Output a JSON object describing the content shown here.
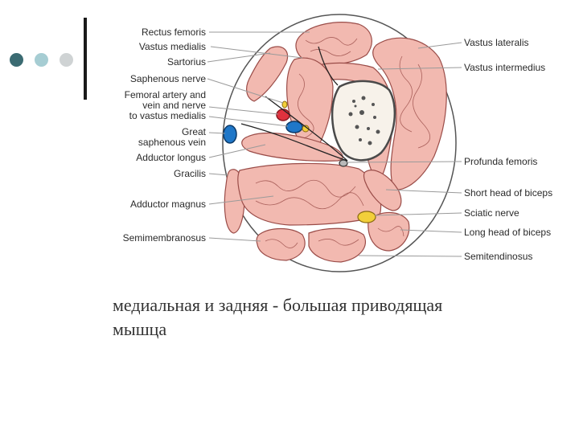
{
  "labels_left": {
    "rectus_femoris": "Rectus femoris",
    "vastus_medialis": "Vastus medialis",
    "sartorius": "Sartorius",
    "saphenous_nerve": "Saphenous nerve",
    "femoral_line1": "Femoral artery and",
    "femoral_line2": "vein and nerve",
    "femoral_line3": "to vastus medialis",
    "great_line1": "Great",
    "great_line2": "saphenous vein",
    "adductor_longus": "Adductor longus",
    "gracilis": "Gracilis",
    "adductor_magnus": "Adductor magnus",
    "semimembranosus": "Semimembranosus"
  },
  "labels_right": {
    "vastus_lateralis": "Vastus lateralis",
    "vastus_intermedius": "Vastus intermedius",
    "profunda_femoris": "Profunda femoris",
    "short_head_biceps": "Short head of biceps",
    "sciatic_nerve": "Sciatic nerve",
    "long_head_biceps": "Long head of biceps",
    "semitendinosus": "Semitendinosus"
  },
  "caption": {
    "line1": "медиальная и задняя - большая приводящая",
    "line2": "мышца"
  },
  "colors": {
    "muscle": "#f2b9b0",
    "muscle_stroke": "#9a4c48",
    "bone": "#f7f2ea",
    "artery": "#e0323e",
    "vein": "#1f77c8",
    "nerve": "#f2cf3a",
    "dot_dark": "#3b6b72",
    "dot_mid": "#a6cdd3",
    "dot_light": "#cfd3d4"
  },
  "decor_icons": [
    "dot-dark",
    "dot-mid",
    "dot-light"
  ]
}
